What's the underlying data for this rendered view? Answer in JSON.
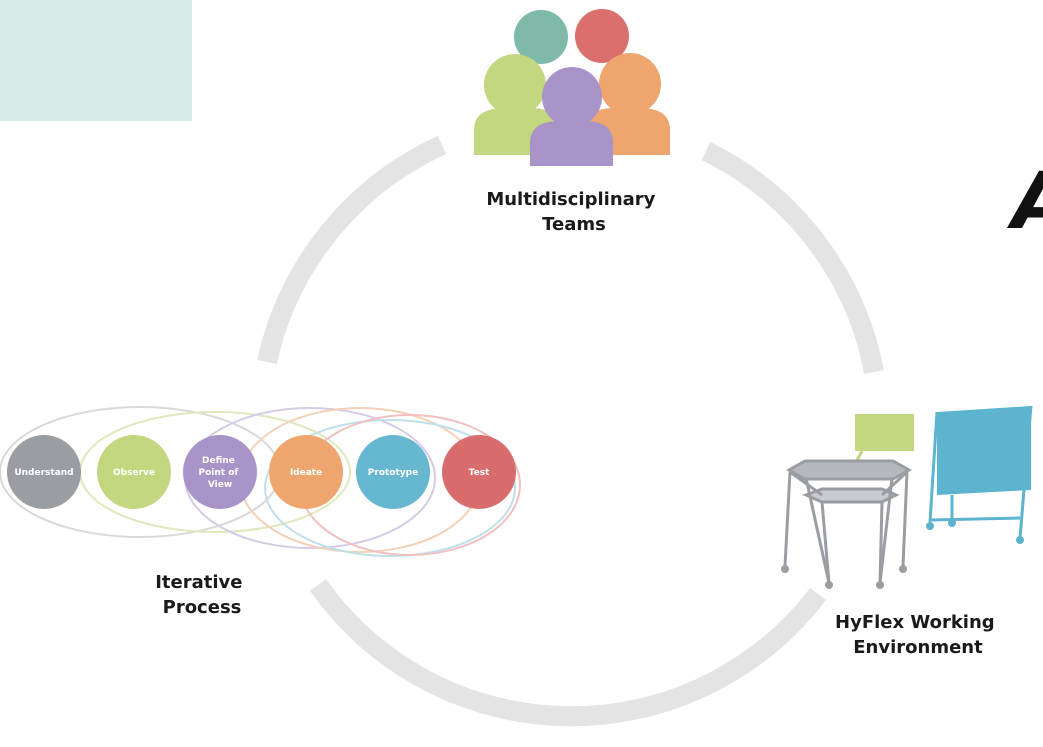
{
  "nodes": {
    "teams": {
      "label": [
        "Multidisciplinary",
        "Teams"
      ]
    },
    "process": {
      "label": [
        "Iterative",
        "Process"
      ]
    },
    "environment": {
      "label": [
        "HyFlex Working",
        "Environment"
      ]
    }
  },
  "process_steps": [
    {
      "label": [
        "Understand"
      ],
      "color": "#9a9ea3"
    },
    {
      "label": [
        "Observe"
      ],
      "color": "#c3d680"
    },
    {
      "label": [
        "Define",
        "Point of",
        "View"
      ],
      "color": "#a894c8"
    },
    {
      "label": [
        "Ideate"
      ],
      "color": "#eea66e"
    },
    {
      "label": [
        "Prototype"
      ],
      "color": "#68b7d0"
    },
    {
      "label": [
        "Test"
      ],
      "color": "#d96d6d"
    }
  ],
  "people_colors": {
    "back_left": "#7fb9aa",
    "back_right": "#d9706e",
    "front_left": "#c3d680",
    "front_center": "#a894c8",
    "front_right": "#eea66e"
  },
  "ring_color": "#e4e4e4",
  "corner_box_color": "#d9ebe9",
  "partial_heading": "A"
}
